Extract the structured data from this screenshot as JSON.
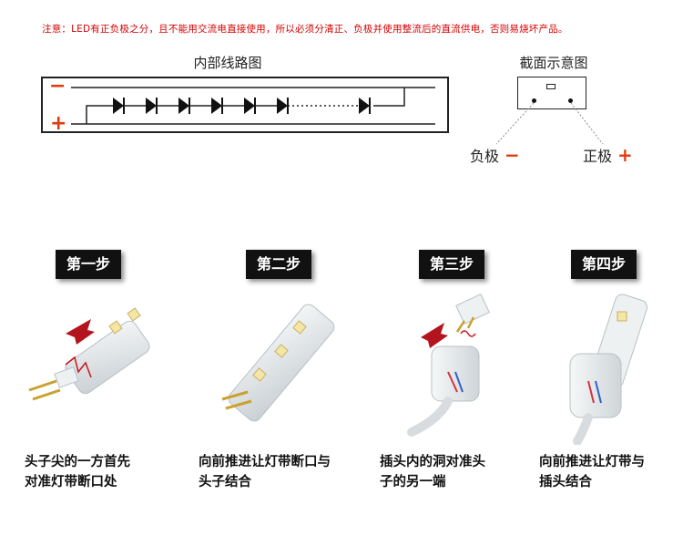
{
  "notice": "注意：LED有正负极之分，且不能用交流电直接使用，所以必须分清正、负极并使用整流后的直流供电，否则易烧坏产品。",
  "circuit": {
    "title": "内部线路图",
    "minus_sign": "−",
    "plus_sign": "+"
  },
  "section": {
    "title": "截面示意图",
    "negative_label": "负极",
    "negative_sign": "−",
    "positive_label": "正极",
    "positive_sign": "+"
  },
  "colors": {
    "notice_red": "#d40000",
    "polarity_red": "#e23a0f",
    "badge_black": "#111111",
    "arrow_red": "#b4141e"
  },
  "steps": [
    {
      "badge": "第一步",
      "caption": [
        "头子尖的一方首先",
        "对准灯带断口处"
      ]
    },
    {
      "badge": "第二步",
      "caption": [
        "向前推进让灯带断口与",
        "头子结合"
      ]
    },
    {
      "badge": "第三步",
      "caption": [
        "插头内的洞对准头",
        "子的另一端"
      ]
    },
    {
      "badge": "第四步",
      "caption": [
        "向前推进让灯带与",
        "插头结合"
      ]
    }
  ]
}
